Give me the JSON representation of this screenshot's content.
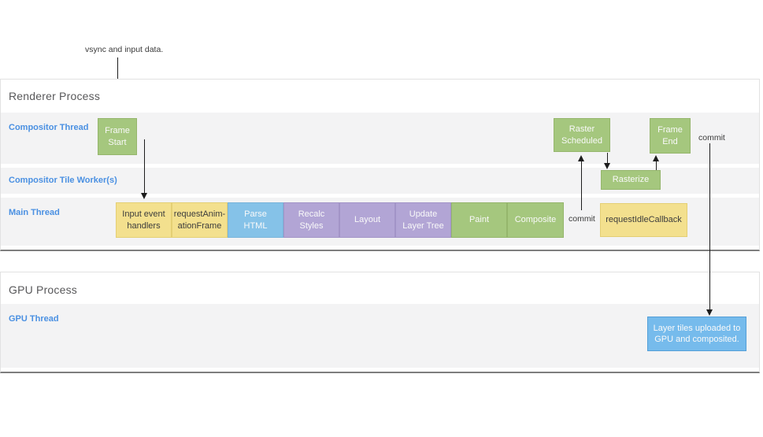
{
  "annotations": {
    "vsync_label": "vsync and input data.",
    "commit_after_frame_end": "commit",
    "commit_after_composite": "commit"
  },
  "renderer_process": {
    "title": "Renderer Process",
    "compositor_thread": {
      "label": "Compositor Thread",
      "boxes": {
        "frame_start": "Frame\nStart",
        "raster_scheduled": "Raster\nScheduled",
        "frame_end": "Frame\nEnd"
      }
    },
    "tile_worker_thread": {
      "label": "Compositor Tile Worker(s)",
      "boxes": {
        "rasterize": "Rasterize"
      }
    },
    "main_thread": {
      "label": "Main Thread",
      "boxes": {
        "input_event_handlers": "Input event\nhandlers",
        "request_animation_frame": "requestAnim-\nationFrame",
        "parse_html": "Parse\nHTML",
        "recalc_styles": "Recalc\nStyles",
        "layout": "Layout",
        "update_layer_tree": "Update\nLayer Tree",
        "paint": "Paint",
        "composite": "Composite",
        "request_idle_callback": "requestIdleCallback"
      }
    }
  },
  "gpu_process": {
    "title": "GPU Process",
    "gpu_thread": {
      "label": "GPU Thread",
      "boxes": {
        "layer_tiles": "Layer tiles uploaded to\nGPU and composited."
      }
    }
  },
  "colors": {
    "stage_green": "#a5c77e",
    "stage_yellow": "#f3e08e",
    "stage_blue": "#85c2e8",
    "stage_purple": "#b2a5d5",
    "gpu_tile_blue": "#76bbec",
    "thread_label_blue": "#4a90e2",
    "row_background": "#f3f3f4"
  }
}
